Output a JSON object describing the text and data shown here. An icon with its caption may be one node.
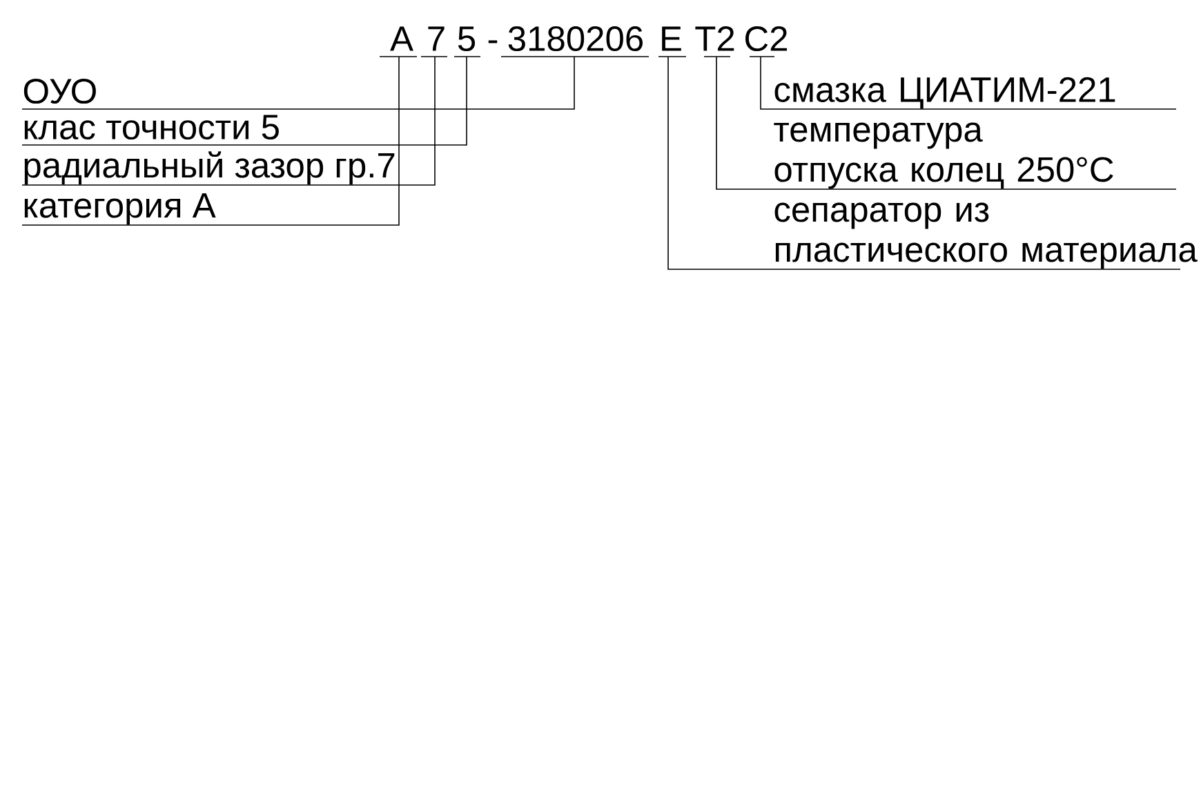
{
  "diagram": {
    "nodes": [
      {
        "text": [
          "А"
        ]
      },
      {
        "text": [
          "7"
        ]
      },
      {
        "text": [
          "5"
        ]
      },
      {
        "text": [
          "3180206"
        ]
      },
      {
        "text": [
          "Е"
        ]
      },
      {
        "text": [
          "Т2"
        ]
      },
      {
        "text": [
          "С2"
        ]
      },
      {
        "text": [
          "ОУО"
        ]
      },
      {
        "text": [
          "клас точности 5"
        ]
      },
      {
        "text": [
          "радиальный зазор гр.7"
        ]
      },
      {
        "text": [
          "категория А"
        ]
      },
      {
        "text": [
          "смазка ЦИАТИМ-221"
        ]
      },
      {
        "text": [
          "температура отпуска колец 250°С"
        ]
      },
      {
        "text": [
          "сепаратор из пластического материала"
        ]
      }
    ],
    "edges": [
      {
        "from": 0,
        "to": 10,
        "arrow": "none"
      },
      {
        "from": 1,
        "to": 9,
        "arrow": "none"
      },
      {
        "from": 2,
        "to": 8,
        "arrow": "none"
      },
      {
        "from": 3,
        "to": 7,
        "arrow": "none"
      },
      {
        "from": 4,
        "to": 13,
        "arrow": "none"
      },
      {
        "from": 5,
        "to": 12,
        "arrow": "none"
      },
      {
        "from": 6,
        "to": 11,
        "arrow": "none"
      }
    ],
    "labels": [
      "-"
    ]
  }
}
